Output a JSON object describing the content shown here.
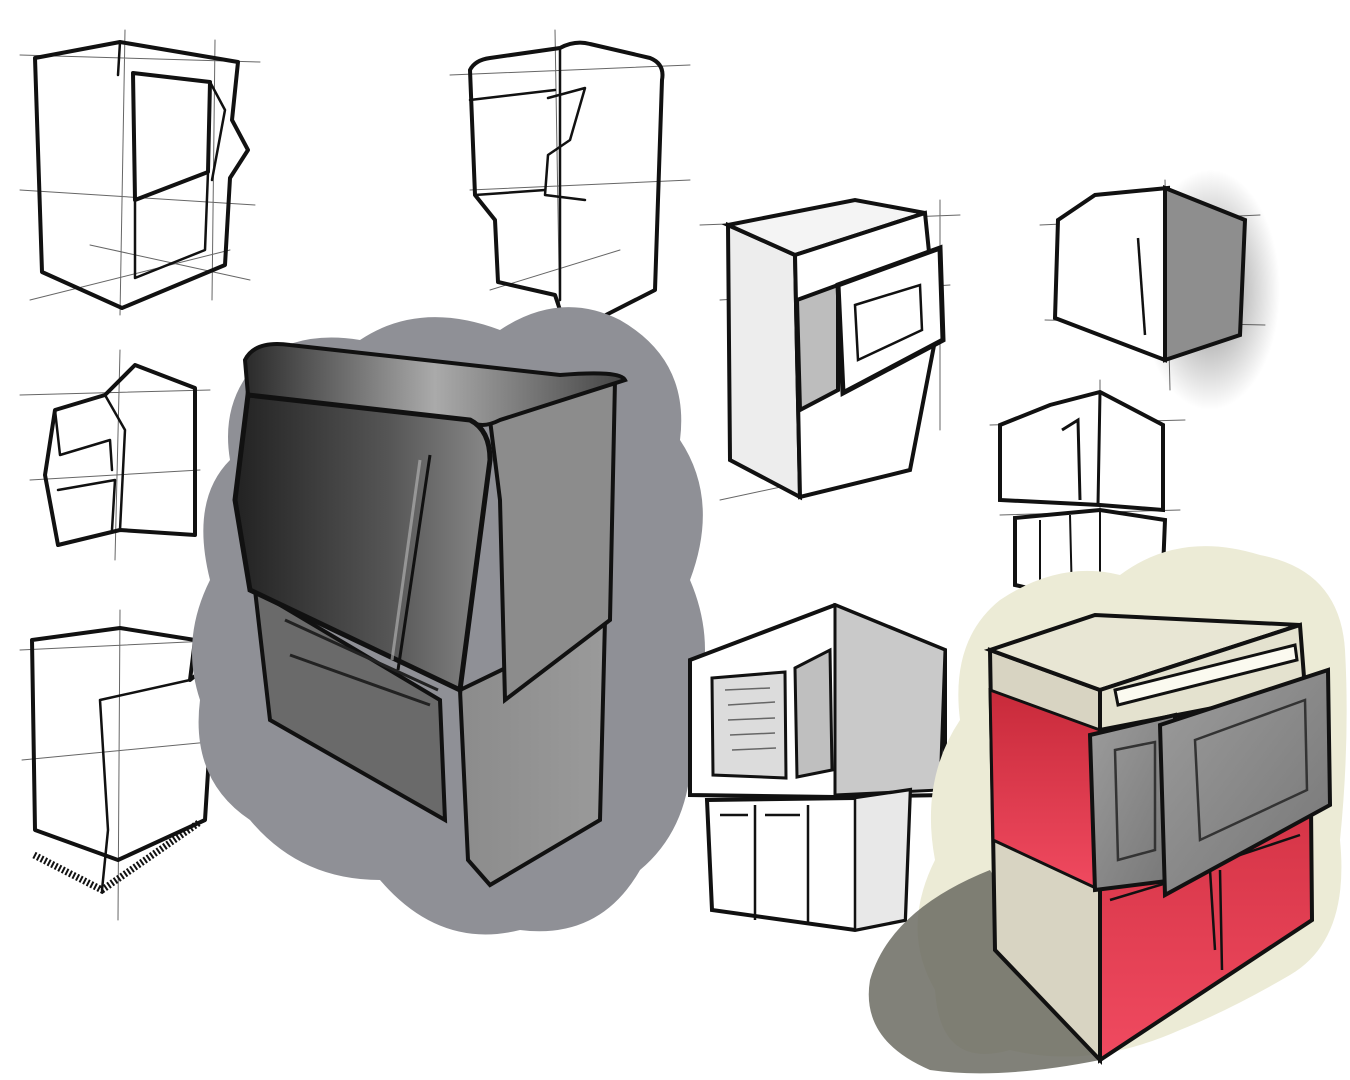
{
  "sheet": {
    "background": "#ffffff",
    "ink_color": "#111111",
    "halo_gray": "#8f9096",
    "halo_cream": "#ecebd6",
    "accent_red": "#e3364f"
  },
  "sketches": [
    {
      "name": "tall-cabinet-wireframe",
      "rendering": "line"
    },
    {
      "name": "arcade-cabinet-wireframe",
      "rendering": "line"
    },
    {
      "name": "small-kiosk-wireframe",
      "rendering": "line"
    },
    {
      "name": "low-cabinet-wireframe",
      "rendering": "line"
    },
    {
      "name": "dark-hood-cabinet",
      "rendering": "gray-marker"
    },
    {
      "name": "wall-oven-box",
      "rendering": "gray-marker"
    },
    {
      "name": "cube-with-shadow",
      "rendering": "gray-marker"
    },
    {
      "name": "open-cube-on-base",
      "rendering": "line"
    },
    {
      "name": "two-tier-cabinet",
      "rendering": "gray-marker"
    },
    {
      "name": "red-appliance-render",
      "rendering": "color"
    }
  ]
}
